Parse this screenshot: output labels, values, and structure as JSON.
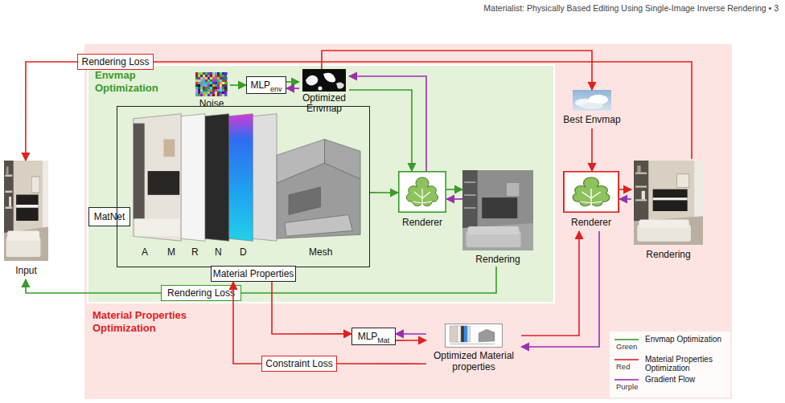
{
  "diagram": {
    "nodes": [
      {
        "text": [
          "Material Properties Optimization"
        ]
      },
      {
        "text": [
          "Envmap Optimization"
        ],
        "in": 0
      },
      {
        "text": [
          "Rendering Loss"
        ],
        "in": 0
      },
      {
        "text": [
          "Input"
        ]
      },
      {
        "text": [
          "MatNet"
        ],
        "in": 1
      },
      {
        "text": [
          "Noise"
        ],
        "in": 1
      },
      {
        "text": [
          "MLP",
          "env"
        ],
        "in": 1
      },
      {
        "text": [
          "Optimized Envmap"
        ],
        "in": 1
      },
      {
        "text": [
          "A",
          "M",
          "R",
          "N",
          "D",
          "Mesh"
        ],
        "in": 1
      },
      {
        "text": [
          "Material Properties"
        ],
        "in": 1
      },
      {
        "text": [
          "Renderer"
        ],
        "in": 1
      },
      {
        "text": [
          "Rendering"
        ],
        "in": 1
      },
      {
        "text": [
          "Rendering Loss"
        ],
        "in": 1
      },
      {
        "text": [
          "Best Envmap"
        ],
        "in": 0
      },
      {
        "text": [
          "Renderer"
        ],
        "in": 0
      },
      {
        "text": [
          "Rendering"
        ],
        "in": 0
      },
      {
        "text": [
          "MLP",
          "Mat"
        ],
        "in": 0
      },
      {
        "text": [
          "Optimized Material properties"
        ],
        "in": 0
      },
      {
        "text": [
          "Constraint Loss"
        ],
        "in": 0
      }
    ],
    "edges": [
      {
        "from": 5,
        "to": 6,
        "arrow": "to"
      },
      {
        "from": 6,
        "to": 7,
        "arrow": "to"
      },
      {
        "from": 7,
        "to": 6,
        "arrow": "to"
      },
      {
        "from": 7,
        "to": 10,
        "arrow": "to"
      },
      {
        "from": 10,
        "to": 7,
        "arrow": "to"
      },
      {
        "from": 8,
        "to": 10,
        "arrow": "to"
      },
      {
        "from": 10,
        "to": 11,
        "arrow": "to"
      },
      {
        "from": 11,
        "to": 10,
        "arrow": "to"
      },
      {
        "from": 11,
        "to": 12,
        "arrow": "none"
      },
      {
        "from": 12,
        "to": 3,
        "arrow": "to"
      },
      {
        "from": 7,
        "to": 13,
        "arrow": "to"
      },
      {
        "from": 13,
        "to": 14,
        "arrow": "to"
      },
      {
        "from": 14,
        "to": 15,
        "arrow": "to"
      },
      {
        "from": 15,
        "to": 14,
        "arrow": "to"
      },
      {
        "from": 15,
        "to": 2,
        "arrow": "none"
      },
      {
        "from": 2,
        "to": 3,
        "arrow": "to"
      },
      {
        "from": 9,
        "to": 16,
        "arrow": "to"
      },
      {
        "from": 16,
        "to": 17,
        "arrow": "to"
      },
      {
        "from": 17,
        "to": 16,
        "arrow": "to"
      },
      {
        "from": 17,
        "to": 14,
        "arrow": "to"
      },
      {
        "from": 14,
        "to": 17,
        "arrow": "to"
      },
      {
        "from": 18,
        "to": 9,
        "arrow": "to"
      },
      {
        "from": 17,
        "to": 18,
        "arrow": "none"
      }
    ],
    "labels": [
      "Materialist: Physically Based Editing Using Single-Image Inverse Rendering • 3",
      "Green",
      "Red",
      "Purple"
    ],
    "legend": [
      {
        "text": "Envmap Optimization"
      },
      {
        "text": "Material Properties Optimization"
      },
      {
        "text": "Gradient Flow"
      }
    ]
  }
}
